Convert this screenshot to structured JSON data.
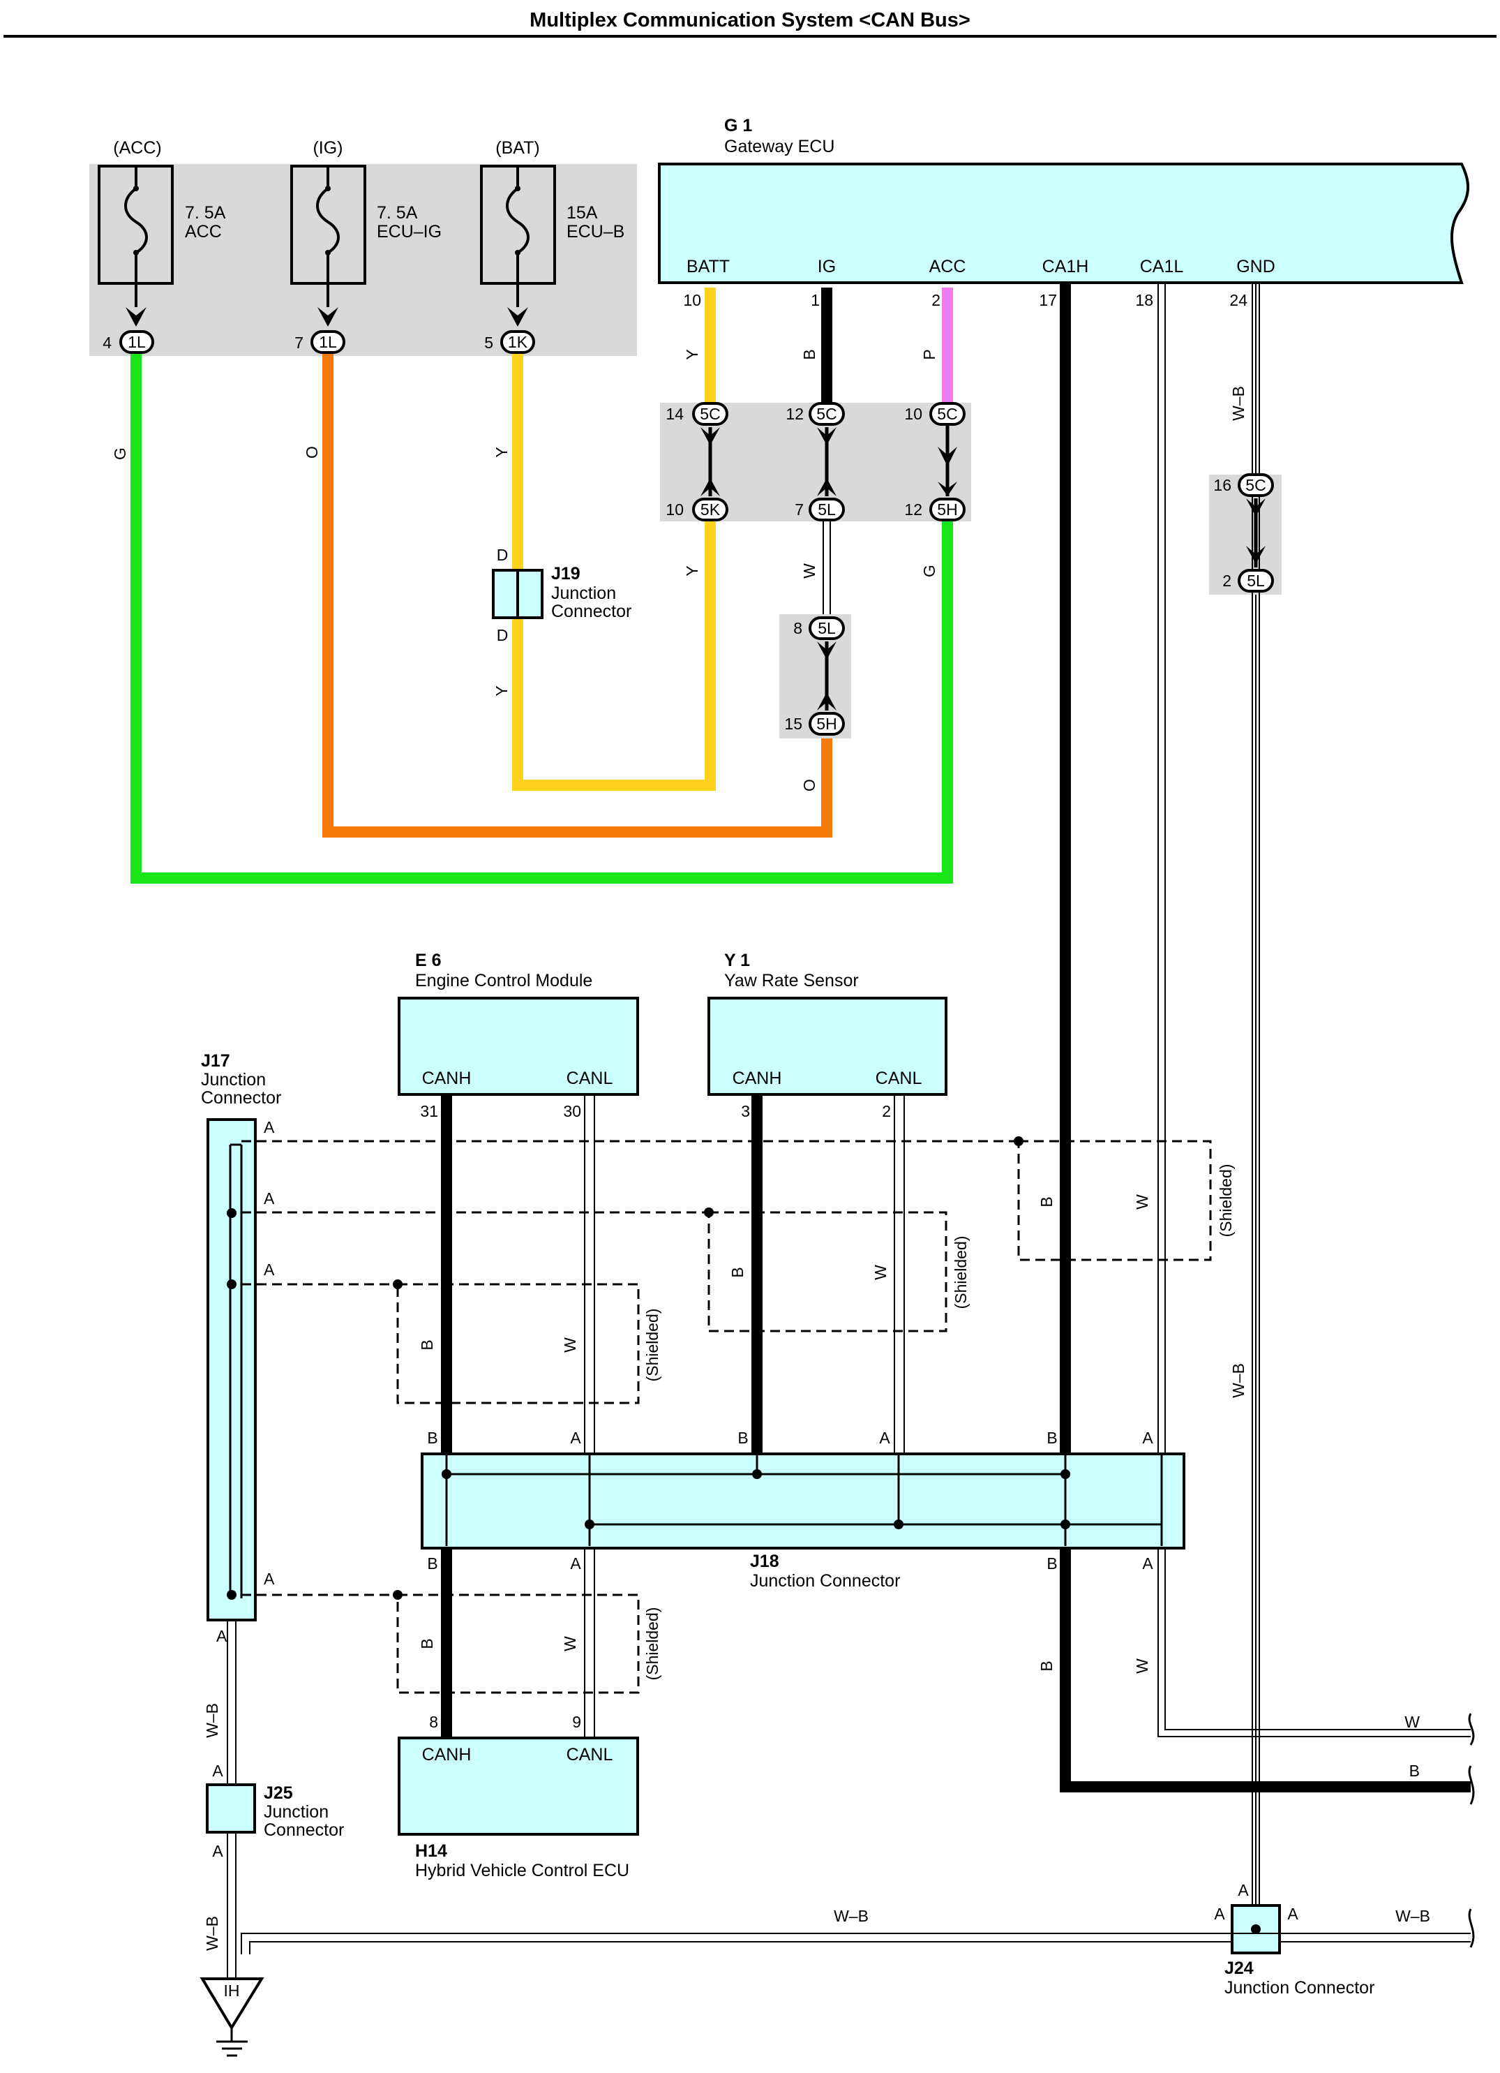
{
  "page": {
    "title": "Multiplex Communication System <CAN Bus>"
  },
  "colors": {
    "green": "#19e619",
    "orange": "#f57a0a",
    "yellow": "#ffd21e",
    "pink": "#f07af0",
    "black": "#000000",
    "ecu_fill": "#ccffff",
    "shade": "#d9d9d9"
  },
  "fuses": {
    "acc": {
      "source": "(ACC)",
      "rating": "7. 5A",
      "name": "ACC",
      "pin": "4",
      "connector": "1L"
    },
    "ig": {
      "source": "(IG)",
      "rating": "7. 5A",
      "name": "ECU–IG",
      "pin": "7",
      "connector": "1L"
    },
    "bat": {
      "source": "(BAT)",
      "rating": "15A",
      "name": "ECU–B",
      "pin": "5",
      "connector": "1K"
    }
  },
  "gateway": {
    "id": "G 1",
    "name": "Gateway ECU",
    "terminals": {
      "batt": {
        "label": "BATT",
        "pin": "10",
        "wire": "Y"
      },
      "ig": {
        "label": "IG",
        "pin": "1",
        "wire": "B"
      },
      "acc": {
        "label": "ACC",
        "pin": "2",
        "wire": "P"
      },
      "ca1h": {
        "label": "CA1H",
        "pin": "17"
      },
      "ca1l": {
        "label": "CA1L",
        "pin": "18"
      },
      "gnd": {
        "label": "GND",
        "pin": "24",
        "wire": "W–B"
      }
    }
  },
  "connectors_5": {
    "batt_top": {
      "pin": "14",
      "conn": "5C"
    },
    "batt_bot": {
      "pin": "10",
      "conn": "5K"
    },
    "ig_top": {
      "pin": "12",
      "conn": "5C"
    },
    "ig_bot": {
      "pin": "7",
      "conn": "5L"
    },
    "acc_top": {
      "pin": "10",
      "conn": "5C"
    },
    "acc_bot": {
      "pin": "12",
      "conn": "5H"
    },
    "ig2_top": {
      "pin": "8",
      "conn": "5L"
    },
    "ig2_bot": {
      "pin": "15",
      "conn": "5H"
    },
    "gnd_top": {
      "pin": "16",
      "conn": "5C"
    },
    "gnd_bot": {
      "pin": "2",
      "conn": "5L"
    }
  },
  "wire_labels": {
    "g": "G",
    "o": "O",
    "y": "Y",
    "w": "W",
    "b": "B",
    "wb": "W–B"
  },
  "j19": {
    "id": "J19",
    "line1": "Junction",
    "line2": "Connector",
    "pin_top": "D",
    "pin_bot": "D"
  },
  "e6": {
    "id": "E 6",
    "name": "Engine Control Module",
    "canh": "CANH",
    "canl": "CANL",
    "pin_h": "31",
    "pin_l": "30"
  },
  "y1": {
    "id": "Y 1",
    "name": "Yaw Rate Sensor",
    "canh": "CANH",
    "canl": "CANL",
    "pin_h": "3",
    "pin_l": "2"
  },
  "h14": {
    "id": "H14",
    "name": "Hybrid Vehicle Control ECU",
    "canh": "CANH",
    "canl": "CANL",
    "pin_h": "8",
    "pin_l": "9"
  },
  "j17": {
    "id": "J17",
    "line1": "Junction",
    "line2": "Connector",
    "pin": "A"
  },
  "j18": {
    "id": "J18",
    "name": "Junction Connector",
    "pin_a": "A",
    "pin_b": "B"
  },
  "j25": {
    "id": "J25",
    "line1": "Junction",
    "line2": "Connector",
    "pin": "A"
  },
  "j24": {
    "id": "J24",
    "name": "Junction Connector",
    "pin": "A"
  },
  "shield": {
    "label": "(Shielded)"
  },
  "ground": {
    "label": "IH"
  }
}
